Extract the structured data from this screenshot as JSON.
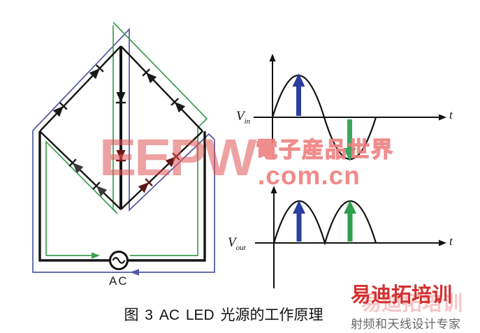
{
  "figure": {
    "caption": "图 3 AC LED 光源的工作原理",
    "circuit": {
      "source_label": "AC",
      "positive_loop_color": "#3f9e53",
      "negative_loop_color": "#5157a5",
      "wire_color": "#141414"
    },
    "waveforms": {
      "input": {
        "label_v": "V",
        "label_sub": "in",
        "axis_label": "t",
        "positive_arrow_color": "#2b3f9e",
        "negative_arrow_color": "#3da55e"
      },
      "output": {
        "label_v": "V",
        "label_sub": "out",
        "axis_label": "t",
        "first_arrow_color": "#2b3f9e",
        "second_arrow_color": "#2f9e4f"
      }
    }
  },
  "watermarks": {
    "brand": "EEPW",
    "brand_name_cn": "電子産品世界",
    "brand_domain": ".com.cn",
    "brand_color": "#e05454",
    "training_brand": "易迪拓培训",
    "training_tagline": "射频和天线设计专家",
    "training_color": "#d43030"
  }
}
